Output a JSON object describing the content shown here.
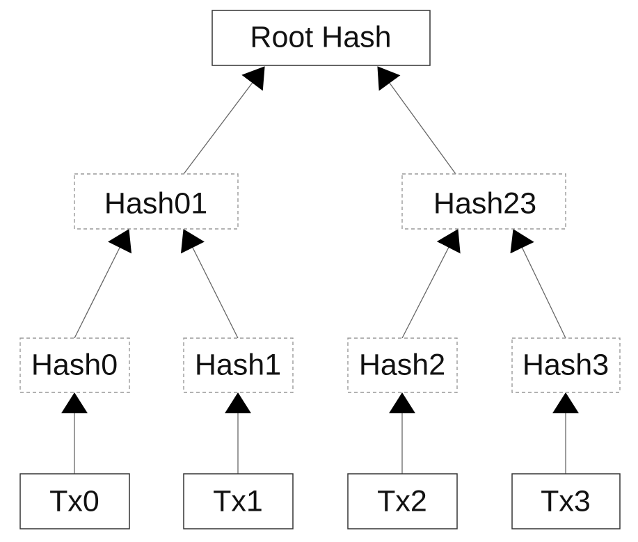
{
  "diagram": {
    "root": {
      "label": "Root Hash"
    },
    "level1": [
      {
        "label": "Hash01"
      },
      {
        "label": "Hash23"
      }
    ],
    "level2": [
      {
        "label": "Hash0"
      },
      {
        "label": "Hash1"
      },
      {
        "label": "Hash2"
      },
      {
        "label": "Hash3"
      }
    ],
    "transactions": [
      {
        "label": "Tx0"
      },
      {
        "label": "Tx1"
      },
      {
        "label": "Tx2"
      },
      {
        "label": "Tx3"
      }
    ]
  }
}
